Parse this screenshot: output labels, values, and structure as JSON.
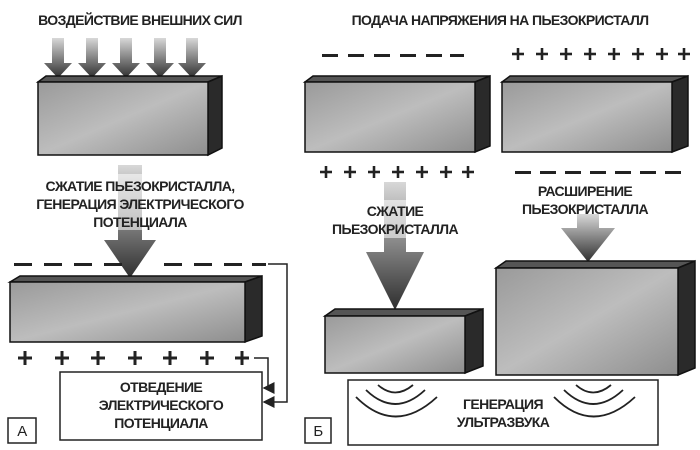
{
  "panel_a": {
    "title": "ВОЗДЕЙСТВИЕ ВНЕШНИХ СИЛ",
    "caption": [
      "СЖАТИЕ ПЬЕЗОКРИСТАЛЛА,",
      "ГЕНЕРАЦИЯ ЭЛЕКТРИЧЕСКОГО",
      "ПОТЕНЦИАЛА"
    ],
    "output_box": [
      "ОТВЕДЕНИЕ",
      "ЭЛЕКТРИЧЕСКОГО",
      "ПОТЕНЦИАЛА"
    ],
    "label": "А",
    "plus": "+",
    "minus": "—"
  },
  "panel_b": {
    "title": "ПОДАЧА НАПРЯЖЕНИЯ НА ПЬЕЗОКРИСТАЛЛ",
    "compress": [
      "СЖАТИЕ",
      "ПЬЕЗОКРИСТАЛЛА"
    ],
    "expand": [
      "РАСШИРЕНИЕ",
      "ПЬЕЗОКРИСТАЛЛА"
    ],
    "output_box": [
      "ГЕНЕРАЦИЯ",
      "УЛЬТРАЗВУКА"
    ],
    "label": "Б"
  },
  "colors": {
    "block_front": "#a9a9a9",
    "block_side": "#333333",
    "arrow_dark": "#3a3a3a"
  }
}
